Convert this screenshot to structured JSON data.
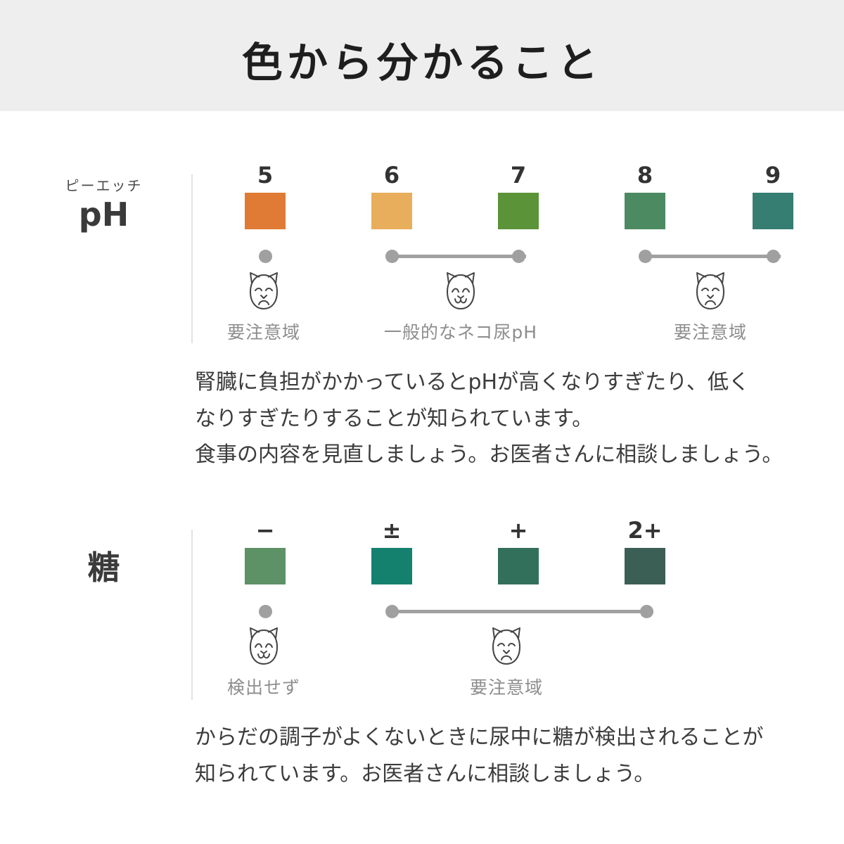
{
  "header": {
    "title": "色から分かること",
    "background_color": "#eeeeee"
  },
  "sections": [
    {
      "id": "ph",
      "furigana": "ピーエッチ",
      "label": "pH",
      "swatches": [
        {
          "value": "5",
          "color": "#E07B35"
        },
        {
          "value": "6",
          "color": "#E8AE5C"
        },
        {
          "value": "7",
          "color": "#5B9338"
        },
        {
          "value": "8",
          "color": "#4C8A62"
        },
        {
          "value": "9",
          "color": "#367D72"
        }
      ],
      "zones": [
        {
          "caption": "要注意域",
          "face": "sad-cat-icon",
          "span": [
            "5",
            "5"
          ]
        },
        {
          "caption": "一般的なネコ尿pH",
          "face": "happy-cat-icon",
          "span": [
            "6",
            "7"
          ]
        },
        {
          "caption": "要注意域",
          "face": "sad-cat-icon",
          "span": [
            "8",
            "9"
          ]
        }
      ],
      "description": [
        "腎臓に負担がかかっているとpHが高くなりすぎたり、低く",
        "なりすぎたりすることが知られています。",
        "食事の内容を見直しましょう。お医者さんに相談しましょう。"
      ]
    },
    {
      "id": "sugar",
      "furigana": "",
      "label": "糖",
      "swatches": [
        {
          "value": "−",
          "color": "#5D9266"
        },
        {
          "value": "±",
          "color": "#14816E"
        },
        {
          "value": "+",
          "color": "#33705C"
        },
        {
          "value": "2+",
          "color": "#3B5E55"
        }
      ],
      "zones": [
        {
          "caption": "検出せず",
          "face": "happy-cat-icon",
          "span": [
            "−",
            "−"
          ]
        },
        {
          "caption": "要注意域",
          "face": "sad-cat-icon",
          "span": [
            "±",
            "2+"
          ]
        }
      ],
      "description": [
        "からだの調子がよくないときに尿中に糖が検出されることが",
        "知られています。お医者さんに相談しましょう。"
      ]
    }
  ],
  "colors": {
    "marker": "#a0a0a0",
    "caption_text": "#8d8d8d",
    "divider": "#e2e2e2",
    "body_text": "#3c3c3c"
  }
}
